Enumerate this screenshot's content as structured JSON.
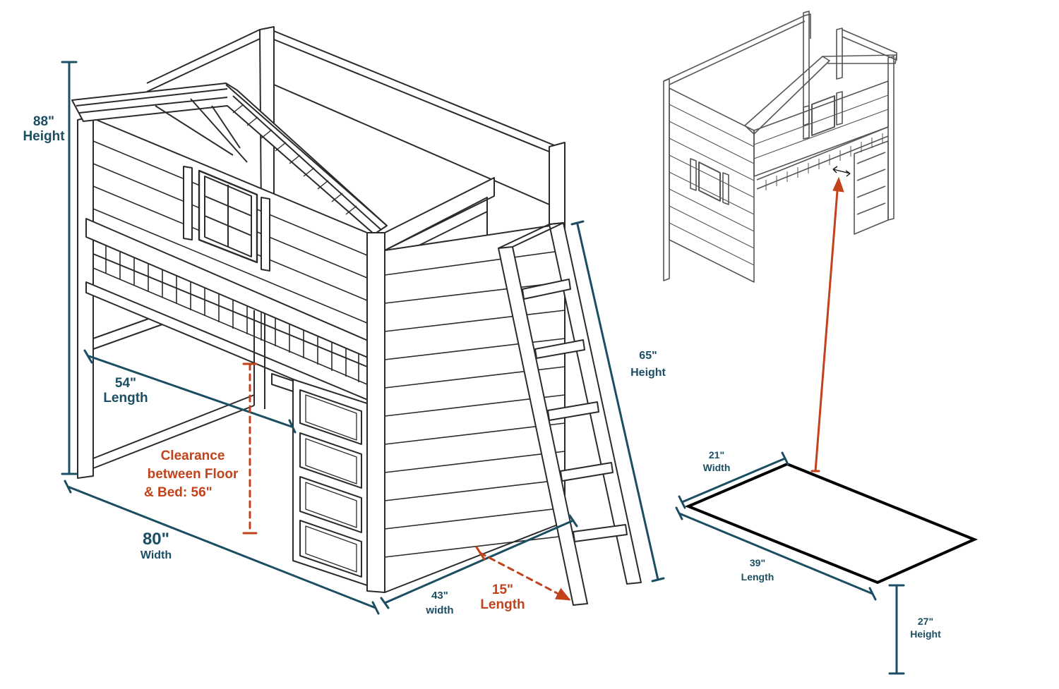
{
  "colors": {
    "dimension": "#1b4e63",
    "clearance": "#c2421b",
    "lineart": "#2b2b2b"
  },
  "labels": {
    "overall_height": {
      "value": "88\"",
      "unit": "Height"
    },
    "overall_width": {
      "value": "80\"",
      "unit": "Width"
    },
    "under_length": {
      "value": "54\"",
      "unit": "Length"
    },
    "clearance": {
      "line1": "Clearance",
      "line2": "between Floor",
      "line3": "& Bed: 56\""
    },
    "ladder_height": {
      "value": "65\"",
      "unit": "Height"
    },
    "depth_width": {
      "value": "43\"",
      "unit": "width"
    },
    "ladder_length": {
      "value": "15\"",
      "unit": "Length"
    },
    "desk_width": {
      "value": "21\"",
      "unit": "Width"
    },
    "desk_length": {
      "value": "39\"",
      "unit": "Length"
    },
    "desk_height": {
      "value": "27\"",
      "unit": "Height"
    }
  }
}
